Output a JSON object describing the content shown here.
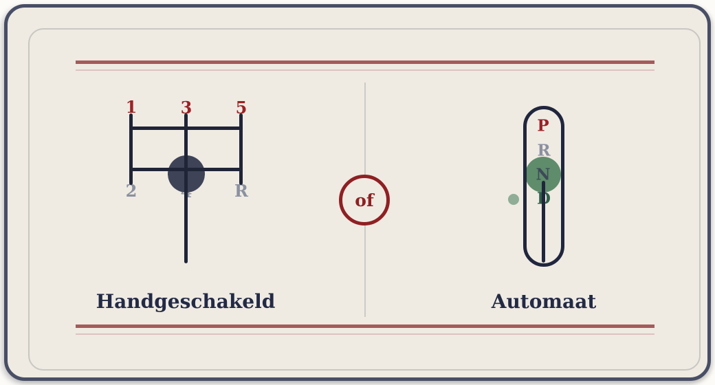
{
  "card": {
    "divider_label": "of"
  },
  "manual": {
    "title": "Handgeschakeld",
    "top_gears": [
      "1",
      "3",
      "5"
    ],
    "bottom_gears": [
      "2",
      "4",
      "R"
    ]
  },
  "automatic": {
    "title": "Automaat",
    "positions": [
      "P",
      "R",
      "N",
      "D"
    ]
  },
  "colors": {
    "background_cream": "#efebe3",
    "outer_border_navy": "#484e65",
    "inner_border_gray": "#c9c7c2",
    "pattern_line_navy": "#1f2437",
    "knob_slate": "#3e4357",
    "gear_number_red": "#9b2226",
    "gear_label_gray": "#8b90a0",
    "rule_red": "#a55b5b",
    "rule_pink": "#ddc2bf",
    "title_navy": "#232a45",
    "selector_green": "#5f8c6b",
    "dot_green_light": "#8fad97",
    "n_letter_slate": "#3c4a58",
    "d_letter_green": "#2f5f49",
    "of_circle_red": "#8f2023",
    "divider_gray": "#cbcac5"
  }
}
